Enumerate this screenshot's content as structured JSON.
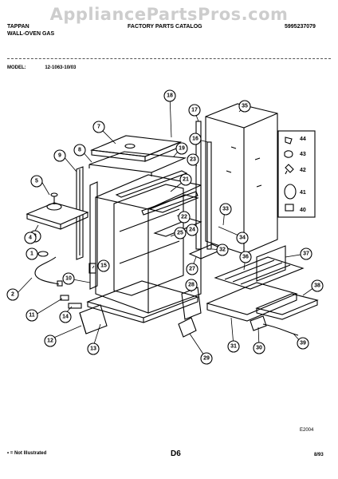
{
  "watermark": "AppliancePartsPros.com",
  "header": {
    "brand": "TAPPAN",
    "product": "WALL-OVEN GAS",
    "catalog": "FACTORY PARTS CATALOG",
    "part_number": "5995237079"
  },
  "model": {
    "label": "MODEL:",
    "value": "12-1063-10/03"
  },
  "diagram_code": "E2004",
  "footer": {
    "footnote": "• = Not Illustrated",
    "page": "D6",
    "date": "8/93"
  },
  "callouts": [
    "1",
    "2",
    "3",
    "4",
    "5",
    "7",
    "8",
    "9",
    "10",
    "11",
    "12",
    "13",
    "14",
    "15",
    "16",
    "17",
    "18",
    "19",
    "21",
    "22",
    "23",
    "24",
    "25",
    "27",
    "28",
    "29",
    "30",
    "31",
    "32",
    "33",
    "34",
    "35",
    "36",
    "37",
    "38",
    "39",
    "40",
    "41",
    "42",
    "43",
    "44"
  ],
  "colors": {
    "ink": "#000000",
    "watermark": "#bdbdbd",
    "paper": "#ffffff"
  }
}
